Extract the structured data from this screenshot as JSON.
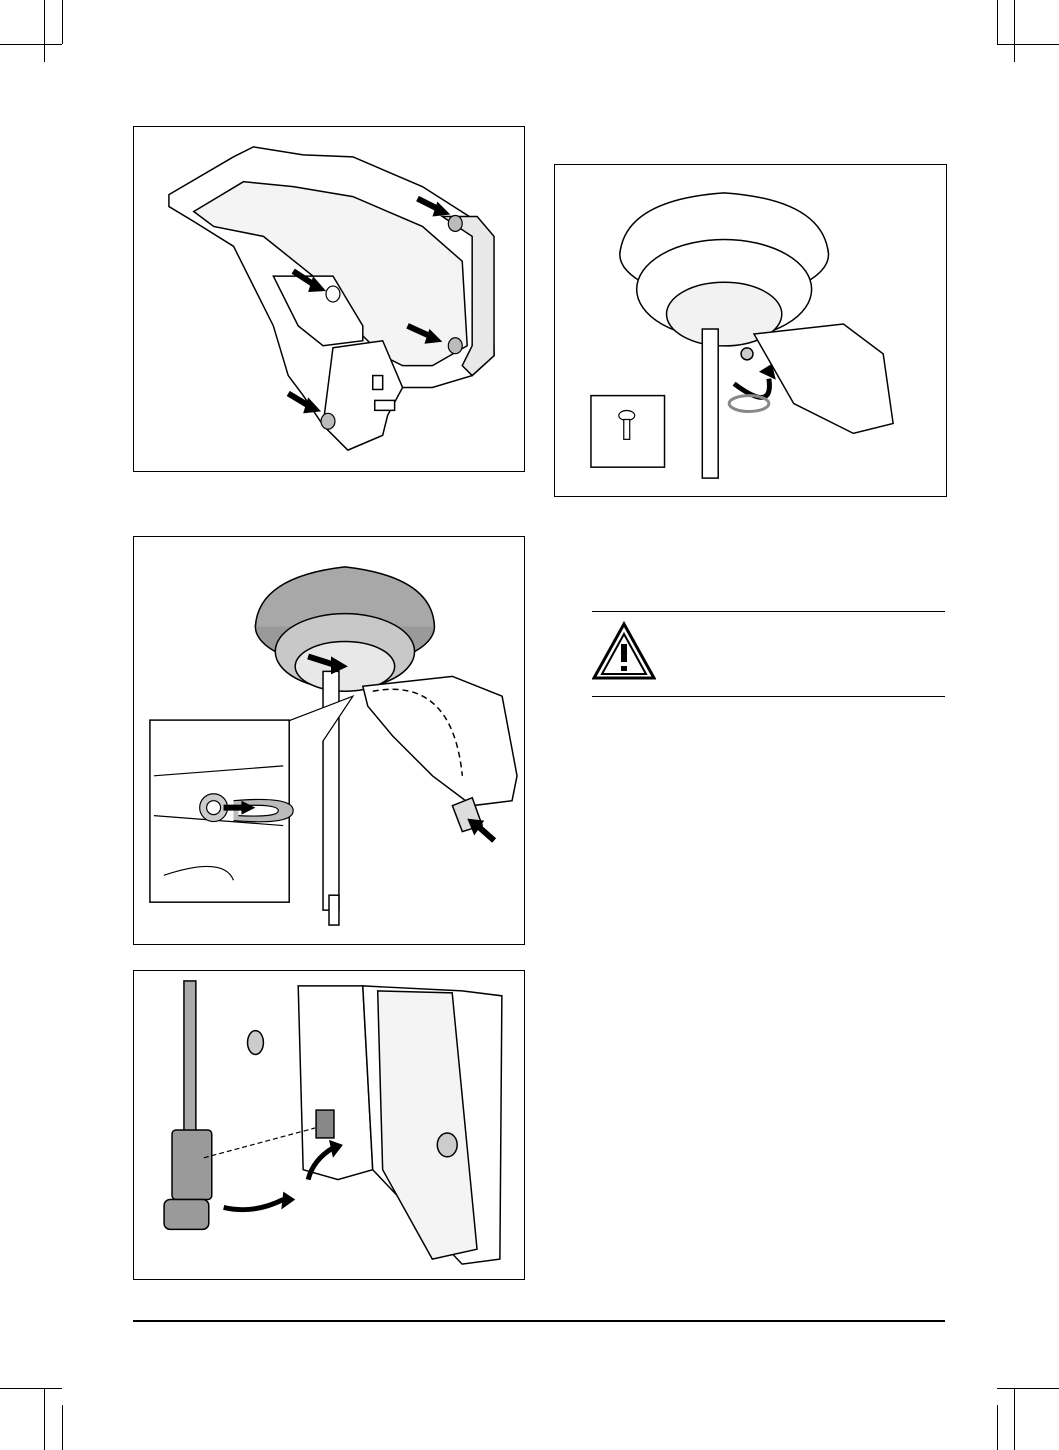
{
  "page": {
    "figures": [
      {
        "id": "fig-cover-underside",
        "description_icon": "arrow-icon"
      },
      {
        "id": "fig-antenna-mount",
        "description_icon": "arrow-icon"
      },
      {
        "id": "fig-connector",
        "description_icon": "arrow-icon"
      },
      {
        "id": "fig-screw-antenna",
        "description_icon": "screw-icon"
      }
    ],
    "warning": {
      "icon": "warning-triangle-icon",
      "text": ""
    },
    "colors": {
      "line": "#000000",
      "shade": "#b0b0b0",
      "light_shade": "#e0e0e0"
    }
  }
}
